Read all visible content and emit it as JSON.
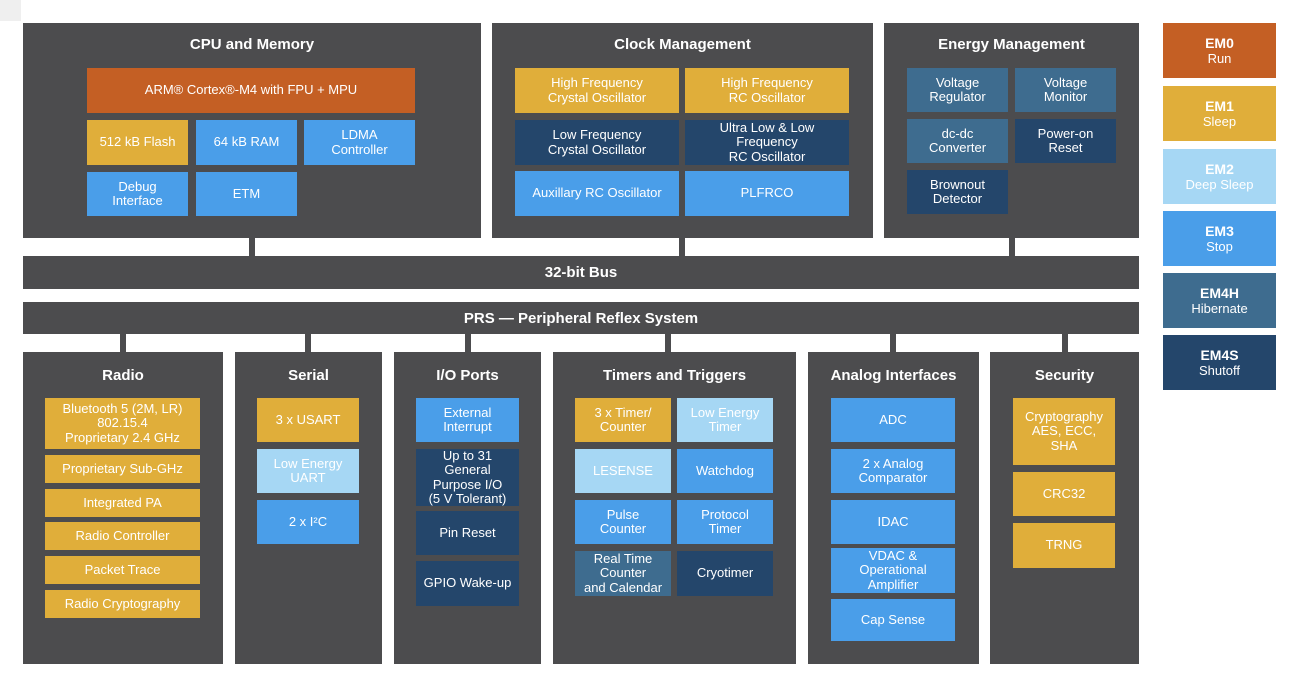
{
  "cpu": {
    "title": "CPU and Memory",
    "core": "ARM® Cortex®-M4 with FPU + MPU",
    "flash": "512 kB Flash",
    "ram": "64 kB RAM",
    "ldma": "LDMA\nController",
    "debug": "Debug\nInterface",
    "etm": "ETM"
  },
  "clock": {
    "title": "Clock Management",
    "hfxo": "High Frequency\nCrystal Oscillator",
    "hfrco": "High Frequency\nRC Oscillator",
    "lfxo": "Low Frequency\nCrystal Oscillator",
    "ulfrco": "Ultra Low & Low Frequency\nRC Oscillator",
    "aux": "Auxillary RC Oscillator",
    "plfrco": "PLFRCO"
  },
  "energy": {
    "title": "Energy Management",
    "vreg": "Voltage\nRegulator",
    "vmon": "Voltage\nMonitor",
    "dcdc": "dc-dc\nConverter",
    "por": "Power-on\nReset",
    "bod": "Brownout\nDetector"
  },
  "bus": {
    "label": "32-bit Bus"
  },
  "prs": {
    "label": "PRS — Peripheral Reflex System"
  },
  "radio": {
    "title": "Radio",
    "items": [
      "Bluetooth 5 (2M, LR)\n802.15.4\nProprietary 2.4 GHz",
      "Proprietary Sub-GHz",
      "Integrated PA",
      "Radio Controller",
      "Packet Trace",
      "Radio Cryptography"
    ]
  },
  "serial": {
    "title": "Serial",
    "usart": "3 x USART",
    "leuart": "Low Energy\nUART",
    "i2c": "2 x I²C"
  },
  "io": {
    "title": "I/O Ports",
    "extint": "External\nInterrupt",
    "gpio": "Up to 31 General\nPurpose I/O\n(5 V Tolerant)",
    "pinreset": "Pin Reset",
    "wakeup": "GPIO Wake-up"
  },
  "timers": {
    "title": "Timers and Triggers",
    "timer": "3 x Timer/\nCounter",
    "letimer": "Low Energy\nTimer",
    "lesense": "LESENSE",
    "watchdog": "Watchdog",
    "pulse": "Pulse\nCounter",
    "protocol": "Protocol\nTimer",
    "rtc": "Real Time\nCounter\nand Calendar",
    "cryotimer": "Cryotimer"
  },
  "analog": {
    "title": "Analog Interfaces",
    "items": [
      "ADC",
      "2 x Analog\nComparator",
      "IDAC",
      "VDAC &\nOperational\nAmplifier",
      "Cap Sense"
    ]
  },
  "security": {
    "title": "Security",
    "items": [
      "Cryptography\nAES, ECC,\nSHA",
      "CRC32",
      "TRNG"
    ]
  },
  "legend": [
    {
      "name": "EM0",
      "desc": "Run",
      "color": "#c45f24"
    },
    {
      "name": "EM1",
      "desc": "Sleep",
      "color": "#e0ae3a"
    },
    {
      "name": "EM2",
      "desc": "Deep Sleep",
      "color": "#a6d7f4"
    },
    {
      "name": "EM3",
      "desc": "Stop",
      "color": "#4a9ee9"
    },
    {
      "name": "EM4H",
      "desc": "Hibernate",
      "color": "#3e6c8f"
    },
    {
      "name": "EM4S",
      "desc": "Shutoff",
      "color": "#24466b"
    }
  ]
}
